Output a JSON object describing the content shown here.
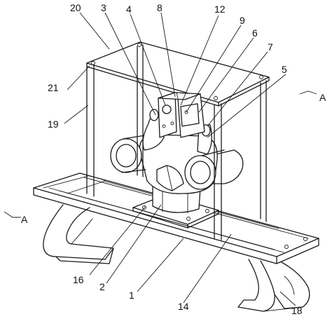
{
  "callouts": [
    {
      "id": "20",
      "text": "20"
    },
    {
      "id": "3",
      "text": "3"
    },
    {
      "id": "4",
      "text": "4"
    },
    {
      "id": "8",
      "text": "8"
    },
    {
      "id": "12",
      "text": "12"
    },
    {
      "id": "9",
      "text": "9"
    },
    {
      "id": "6",
      "text": "6"
    },
    {
      "id": "7",
      "text": "7"
    },
    {
      "id": "5",
      "text": "5"
    },
    {
      "id": "21",
      "text": "21"
    },
    {
      "id": "19",
      "text": "19"
    },
    {
      "id": "16",
      "text": "16"
    },
    {
      "id": "2",
      "text": "2"
    },
    {
      "id": "1",
      "text": "1"
    },
    {
      "id": "14",
      "text": "14"
    },
    {
      "id": "18",
      "text": "18"
    }
  ],
  "section_markers": {
    "left": "A",
    "right": "A"
  }
}
